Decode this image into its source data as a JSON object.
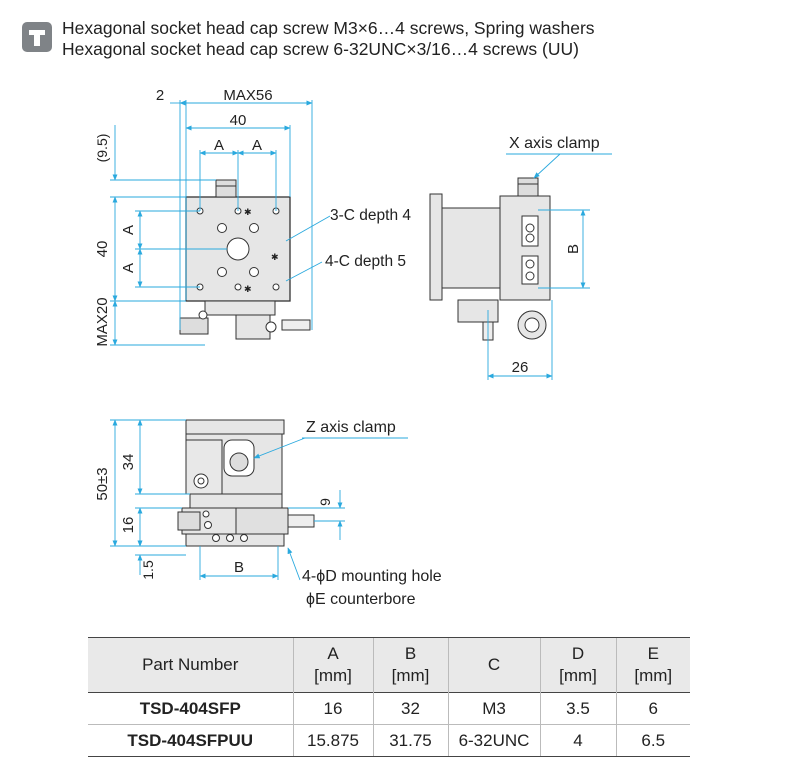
{
  "header": {
    "line1": "Hexagonal socket head cap screw M3×6…4 screws, Spring washers",
    "line2": "Hexagonal socket head cap screw 6-32UNC×3/16…4 screws (UU)"
  },
  "drawing": {
    "top_view": {
      "dim_2": "2",
      "dim_max56": "MAX56",
      "dim_40_top": "40",
      "dim_a_left": "A",
      "dim_a_right": "A",
      "dim_9_5": "(9.5)",
      "dim_40_left": "40",
      "dim_a_upper": "A",
      "dim_a_lower": "A",
      "dim_max20": "MAX20",
      "label_3c": "3-C depth 4",
      "label_4c": "4-C depth 5"
    },
    "side_view": {
      "label_x_clamp": "X axis clamp",
      "dim_b": "B",
      "dim_26": "26"
    },
    "front_view": {
      "label_z_clamp": "Z axis clamp",
      "dim_34": "34",
      "dim_50": "50±3",
      "dim_16": "16",
      "dim_9": "9",
      "dim_1_5": "1.5",
      "dim_b": "B",
      "label_mount": "4-ϕD mounting hole",
      "label_counterbore": "ϕE counterbore"
    }
  },
  "table": {
    "headers": [
      {
        "name": "Part Number",
        "unit": ""
      },
      {
        "name": "A",
        "unit": "[mm]"
      },
      {
        "name": "B",
        "unit": "[mm]"
      },
      {
        "name": "C",
        "unit": ""
      },
      {
        "name": "D",
        "unit": "[mm]"
      },
      {
        "name": "E",
        "unit": "[mm]"
      }
    ],
    "rows": [
      [
        "TSD-404SFP",
        "16",
        "32",
        "M3",
        "3.5",
        "6"
      ],
      [
        "TSD-404SFPUU",
        "15.875",
        "31.75",
        "6-32UNC",
        "4",
        "6.5"
      ]
    ]
  },
  "colors": {
    "part_fill": "#e6e6e6",
    "part_stroke": "#333333",
    "dim_line": "#2aa9de",
    "header_icon": "#7f8387"
  },
  "icons": {
    "header": "info-tab-icon"
  }
}
